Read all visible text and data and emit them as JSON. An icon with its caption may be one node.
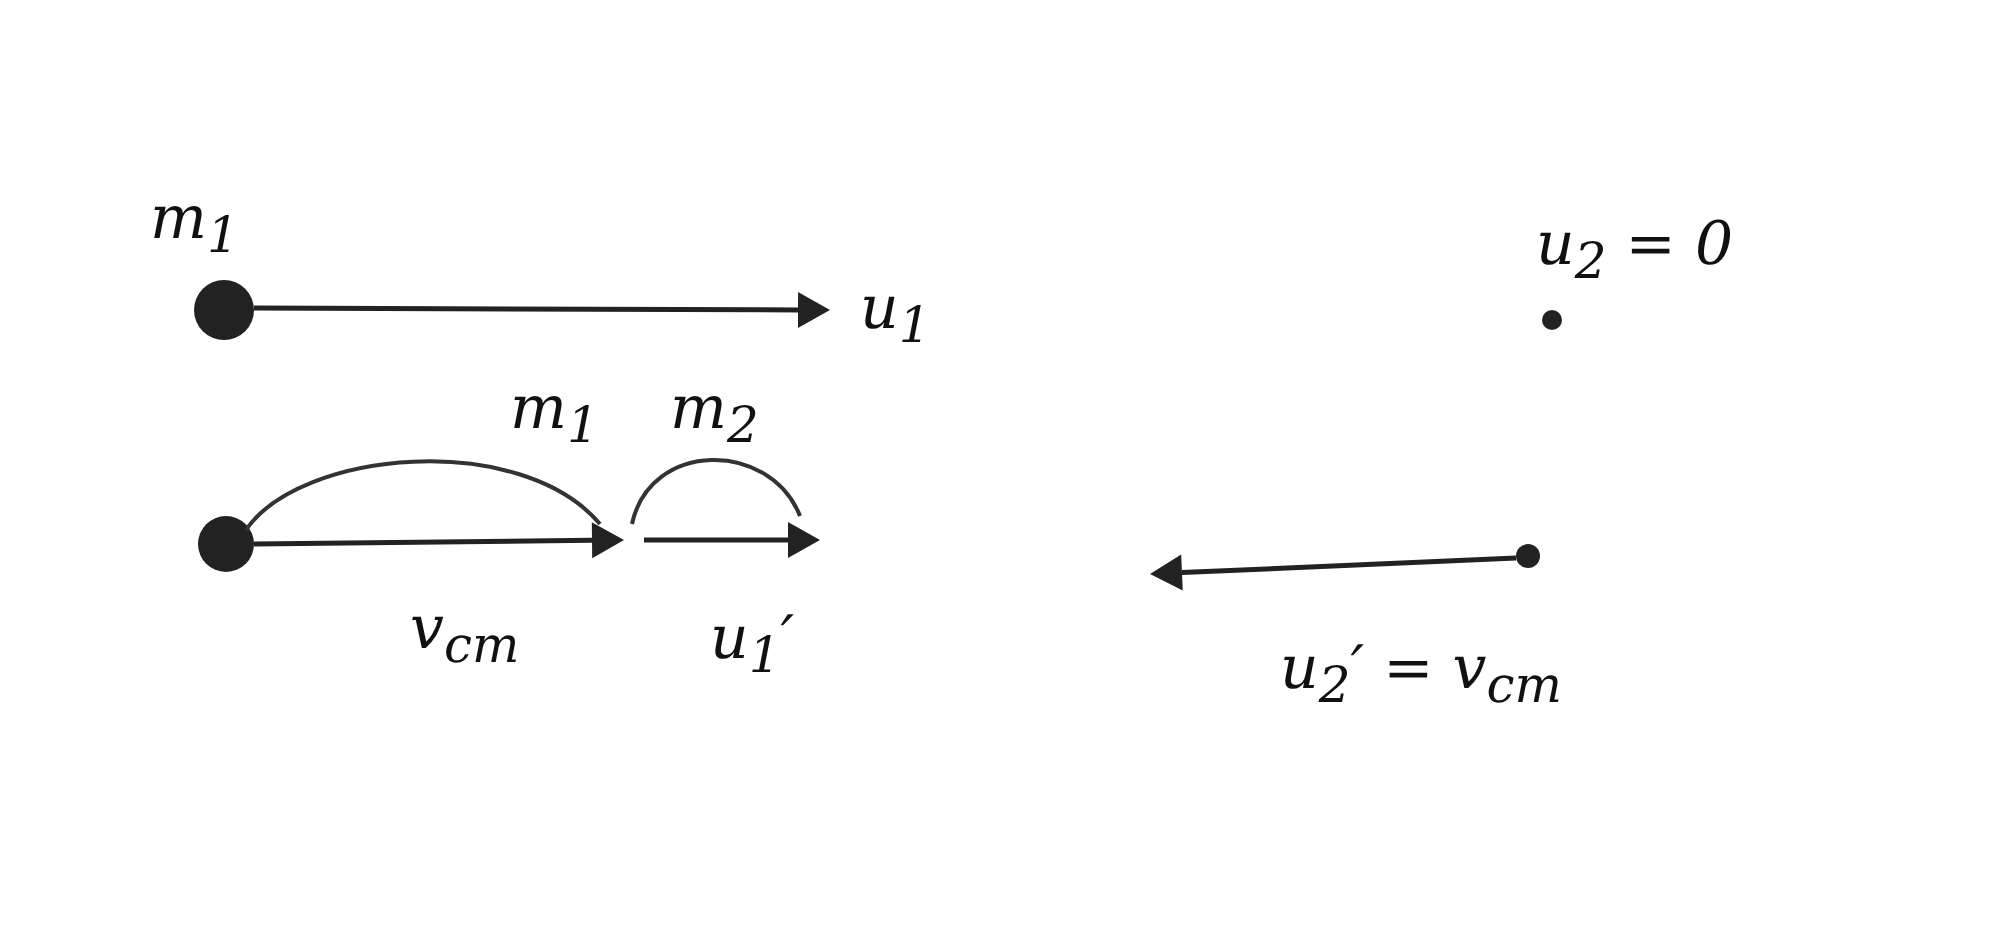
{
  "diagram": {
    "labels": [
      "m$_{1}$",
      "u$_{2}$ = 0",
      "u$_{1}$",
      "m$_{1}$",
      "m$_{2}$",
      "v$_{cm}$",
      "u$_{1}$′",
      "u$_{2}$′ = v$_{cm}$"
    ]
  }
}
